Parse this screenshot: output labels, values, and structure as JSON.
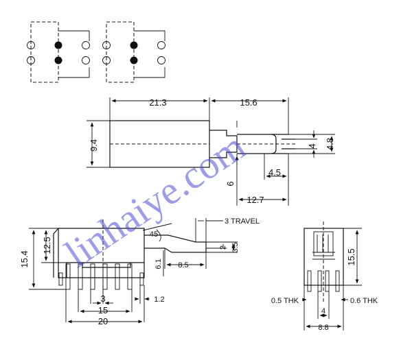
{
  "watermark": "linhaiye.com",
  "top_view": {
    "dim_length": "21.3",
    "dim_plunger": "15.6",
    "dim_height": "9.4",
    "dim_tip_width": "4.8",
    "dim_tip_inner": "4",
    "dim_tip_len": "4.5",
    "dim_6": "6",
    "dim_12_7": "12.7"
  },
  "side_view": {
    "travel_label": "3 TRAVEL",
    "angle": "45",
    "dim_15_4": "15.4",
    "dim_12_5": "12.5",
    "dim_6_1": "6.1",
    "dim_8_5": "8.5",
    "dim_3_5": "3.5",
    "dim_2": "2",
    "dim_pitch": "3",
    "dim_1_2": "1.2",
    "dim_15": "15",
    "dim_20": "20"
  },
  "end_view": {
    "dim_15_5": "15.5",
    "thk_left": "0.5 THK",
    "thk_right": "0.6 THK",
    "dim_4": "4",
    "dim_8_8": "8.8"
  }
}
